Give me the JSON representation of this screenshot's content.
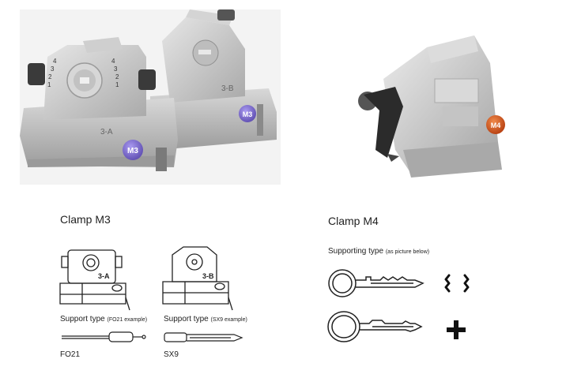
{
  "m3": {
    "title": "Clamp M3",
    "badge": "M3",
    "side_a_label": "3-A",
    "side_b_label": "3-B",
    "dial_marks": [
      "4",
      "3",
      "2",
      "1",
      "4",
      "3",
      "2",
      "1"
    ],
    "support_a_prefix": "Support type",
    "support_a_example": "(FO21 example)",
    "support_b_prefix": "Support type",
    "support_b_example": "(SX9 example)",
    "key_a_label": "FO21",
    "key_b_label": "SX9"
  },
  "m4": {
    "title": "Clamp M4",
    "badge": "M4",
    "supporting_prefix": "Supporting type",
    "supporting_note": "(as picture below)"
  },
  "colors": {
    "m3_badge": "#7b6cc9",
    "m4_badge": "#d2541c",
    "metal": "#c9c9c9",
    "handle": "#2a2a2a"
  }
}
